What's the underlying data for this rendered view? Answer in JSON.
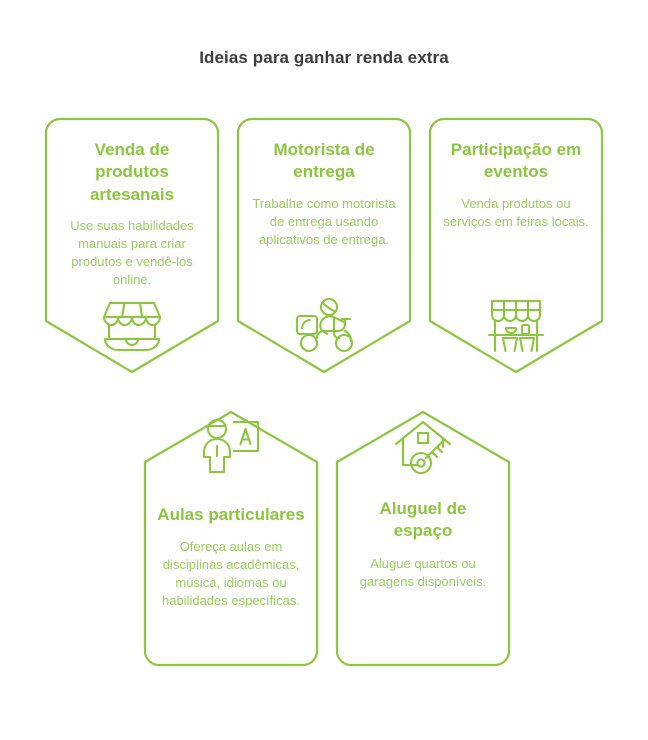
{
  "title": "Ideias para ganhar renda extra",
  "theme": {
    "background": "#ffffff",
    "title_color": "#3d3d3d",
    "card_border": "#8cc63f",
    "heading_green": "#8cc63f",
    "body_green": "#9ccc5f",
    "icon_green": "#8cc63f"
  },
  "cards": [
    {
      "id": "venda-de-produtos-artesanais",
      "title": "Venda de produtos artesanais",
      "description": "Use suas habilidades manuais para criar produtos e vendê-los online.",
      "icon": "storefront-icon",
      "row": "top",
      "shape": "pennant-down"
    },
    {
      "id": "motorista-de-entrega",
      "title": "Motorista de entrega",
      "description": "Trabalhe como motorista de entrega usando aplicativos de entrega.",
      "icon": "delivery-scooter-icon",
      "row": "top",
      "shape": "pennant-down"
    },
    {
      "id": "participacao-em-eventos",
      "title": "Participação em eventos",
      "description": "Venda produtos ou serviços em feiras locais.",
      "icon": "market-booth-icon",
      "row": "top",
      "shape": "pennant-down"
    },
    {
      "id": "aulas-particulares",
      "title": "Aulas particulares",
      "description": "Ofereça aulas em disciplinas acadêmicas, música, idiomas ou habilidades específicas.",
      "icon": "teacher-board-icon",
      "row": "bottom",
      "shape": "pennant-up"
    },
    {
      "id": "aluguel-de-espaco",
      "title": "Aluguel de espaço",
      "description": "Alugue quartos ou garagens disponíveis.",
      "icon": "house-key-icon",
      "row": "bottom",
      "shape": "pennant-up"
    }
  ]
}
